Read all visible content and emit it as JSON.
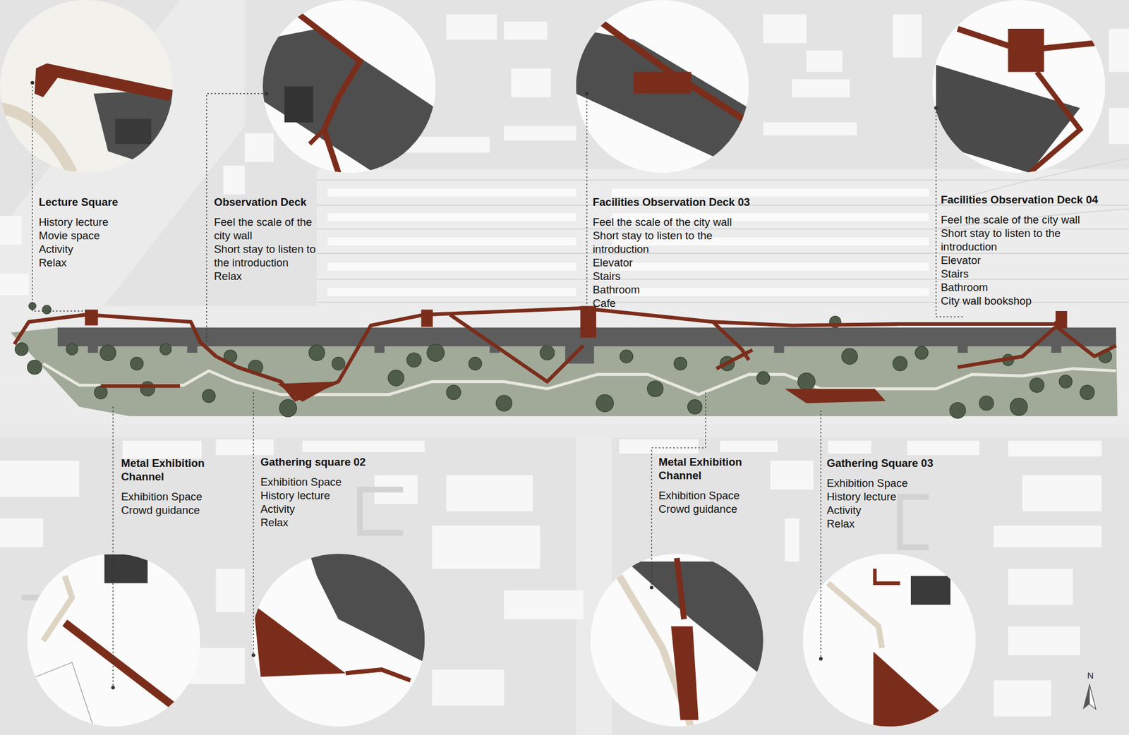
{
  "diagram": {
    "nodes": [
      {
        "text": [
          "Lecture Square",
          "History lecture",
          "Movie space",
          "Activity",
          "Relax"
        ]
      },
      {
        "text": [
          "Observation Deck",
          "Feel the scale of the city wall",
          "Short stay to listen to the introduction",
          "Relax"
        ]
      },
      {
        "text": [
          "Facilities Observation Deck 03",
          "Feel the scale of the city wall",
          "Short stay to listen to the introduction",
          "Elevator",
          "Stairs",
          "Bathroom",
          "Cafe"
        ]
      },
      {
        "text": [
          "Facilities Observation Deck 04",
          "Feel the scale of the city wall",
          "Short stay to listen to the introduction",
          "Elevator",
          "Stairs",
          "Bathroom",
          "City wall bookshop"
        ]
      },
      {
        "text": [
          "Metal Exhibition Channel",
          "Exhibition Space",
          "Crowd guidance"
        ]
      },
      {
        "text": [
          "Gathering square 02",
          "Exhibition Space",
          "History lecture",
          "Activity",
          "Relax"
        ]
      },
      {
        "text": [
          "Metal Exhibition Channel",
          "Exhibition Space",
          "Crowd guidance"
        ]
      },
      {
        "text": [
          "Gathering Square 03",
          "Exhibition Space",
          "History lecture",
          "Activity",
          "Relax"
        ]
      }
    ],
    "labels": [
      "N"
    ]
  }
}
